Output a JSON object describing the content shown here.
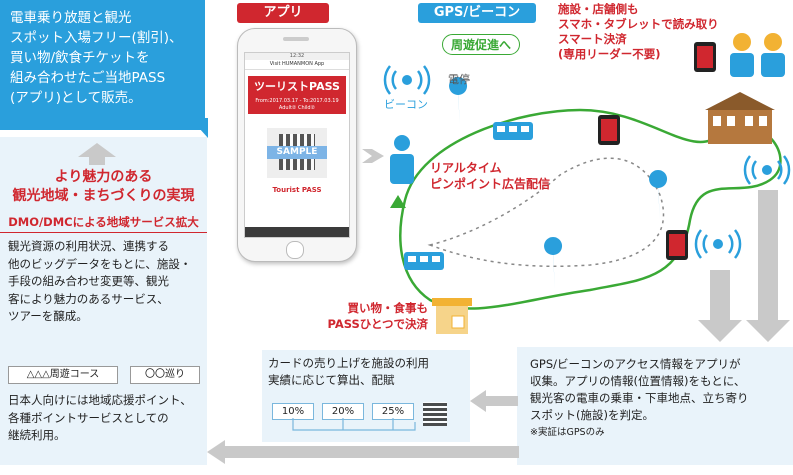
{
  "callout": {
    "lines": [
      "電車乗り放題と観光",
      "スポット入場フリー(割引)、",
      "買い物/飲食チケットを",
      "組み合わせたご当地PASS",
      "(アプリ)として販売。"
    ]
  },
  "left": {
    "title_lines": [
      "より魅力のある",
      "観光地域・まちづくりの実現"
    ],
    "subtitle": "DMO/DMCによる地域サービス拡大",
    "body_lines": [
      "観光資源の利用状況、連携する",
      "他のビッグデータをもとに、施設・",
      "手段の組み合わせ変更等、観光",
      "客により魅力のあるサービス、",
      "ツアーを醸成。"
    ],
    "route_tags": [
      "△△△周遊コース",
      "〇〇巡り"
    ],
    "body2_lines": [
      "日本人向けには地域応援ポイント、",
      "各種ポイントサービスとしての",
      "継続利用。"
    ]
  },
  "tabs": {
    "app": "アプリ",
    "gps": "GPS/ビーコン"
  },
  "phone": {
    "status_time": "12:32",
    "app_name": "Visit HUMANMON App",
    "pass_title": "ツーリストPASS",
    "pass_dates": "From:2017.03.17 - To:2017.03.19",
    "pass_people": "Adult② Child②",
    "sample_label": "SAMPLE",
    "brand": "Tourist PASS"
  },
  "network": {
    "shuyu": "周遊促進へ",
    "beacon_label": "ビーコン",
    "stop_label": "電停",
    "realtime_lines": [
      "リアルタイム",
      "ピンポイント広告配信"
    ],
    "shop_lines": [
      "買い物・食事も",
      "PASSひとつで決済"
    ],
    "facility_lines": [
      "施設・店舗側も",
      "スマホ・タブレットで読み取り",
      "スマート決済",
      "(専用リーダー不要)"
    ]
  },
  "mid": {
    "lines": [
      "カードの売り上げを施設の利用",
      "実績に応じて算出、配賦"
    ],
    "percents": [
      "10%",
      "20%",
      "25%"
    ]
  },
  "right": {
    "lines": [
      "GPS/ビーコンのアクセス情報をアプリが",
      "収集。アプリの情報(位置情報)をもとに、",
      "観光客の電車の乗車・下車地点、立ち寄り",
      "スポット(施設)を判定。"
    ],
    "note": "※実証はGPSのみ"
  },
  "colors": {
    "blue": "#2a9fdc",
    "red": "#d0272f",
    "green": "#3aa935",
    "panel": "#e9f3fa"
  }
}
